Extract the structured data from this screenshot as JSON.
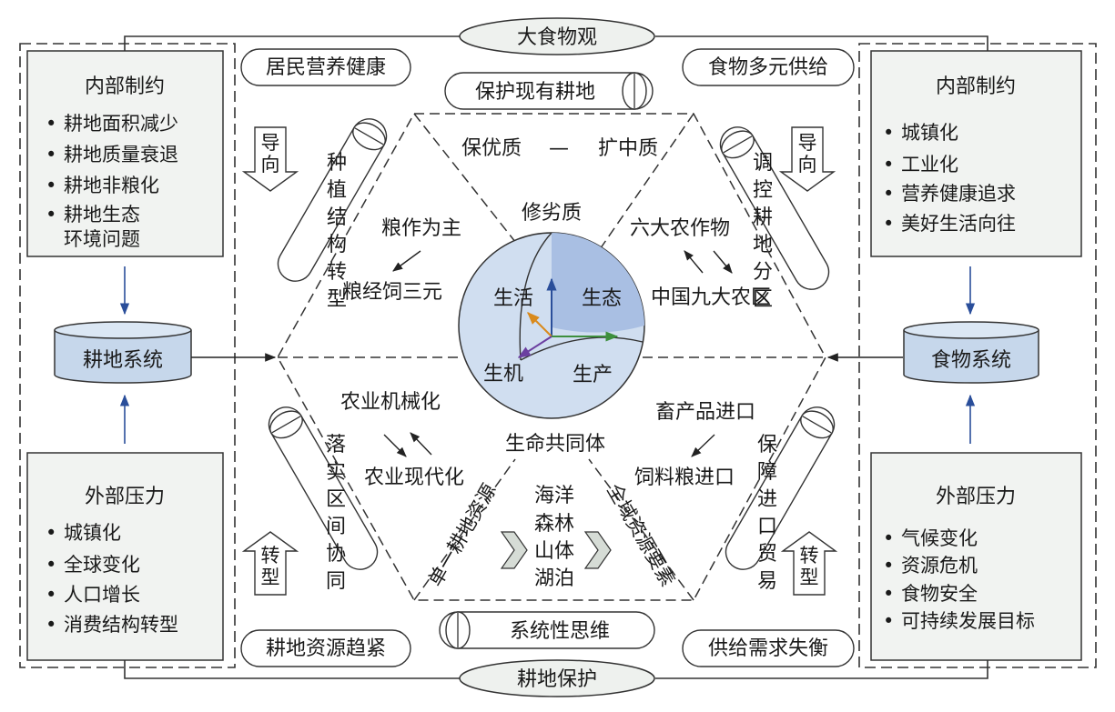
{
  "top_banner": "大食物观",
  "bottom_banner": "耕地保护",
  "left_top_box": {
    "title": "内部制约",
    "items": [
      "耕地面积减少",
      "耕地质量衰退",
      "耕地非粮化",
      "耕地生态",
      "环境问题"
    ]
  },
  "left_bottom_box": {
    "title": "外部压力",
    "items": [
      "城镇化",
      "全球变化",
      "人口增长",
      "消费结构转型"
    ]
  },
  "right_top_box": {
    "title": "内部制约",
    "items": [
      "城镇化",
      "工业化",
      "营养健康追求",
      "美好生活向往"
    ]
  },
  "right_bottom_box": {
    "title": "外部压力",
    "items": [
      "气候变化",
      "资源危机",
      "食物安全",
      "可持续发展目标"
    ]
  },
  "left_system": "耕地系统",
  "right_system": "食物系统",
  "corner_labels": {
    "top_left": "居民营养健康",
    "top_right": "食物多元供给",
    "bottom_left": "耕地资源趋紧",
    "bottom_right": "供给需求失衡"
  },
  "tube_labels": {
    "top": "保护现有耕地",
    "bottom": "系统性思维"
  },
  "diag_tubes": {
    "top_left": "种植结构转型",
    "top_right": "调控耕地分区",
    "bottom_left": "落实区间协同",
    "bottom_right": "保障进口贸易"
  },
  "arrow_labels": {
    "guide_left": "导向",
    "guide_right": "导向",
    "trans_left": "转型",
    "trans_right": "转型"
  },
  "hexagon": {
    "top": {
      "left": "保优质",
      "dash": "—",
      "right": "扩中质",
      "center": "修劣质"
    },
    "upper_left": {
      "a": "粮作为主",
      "b": "粮经饲三元"
    },
    "upper_right": {
      "a": "六大农作物",
      "b": "中国九大农区"
    },
    "lower_left": {
      "a": "农业机械化",
      "b": "农业现代化"
    },
    "lower_right": {
      "a": "畜产品进口",
      "b": "饲料粮进口"
    },
    "center_caption": "生命共同体",
    "bottom_diag_left": "单一耕地资源",
    "bottom_diag_right": "全域资源要素",
    "bottom_middle": [
      "海洋",
      "森林",
      "山体",
      "湖泊"
    ]
  },
  "sphere": {
    "q1": "生活",
    "q2": "生态",
    "q3": "生机",
    "q4": "生产"
  }
}
